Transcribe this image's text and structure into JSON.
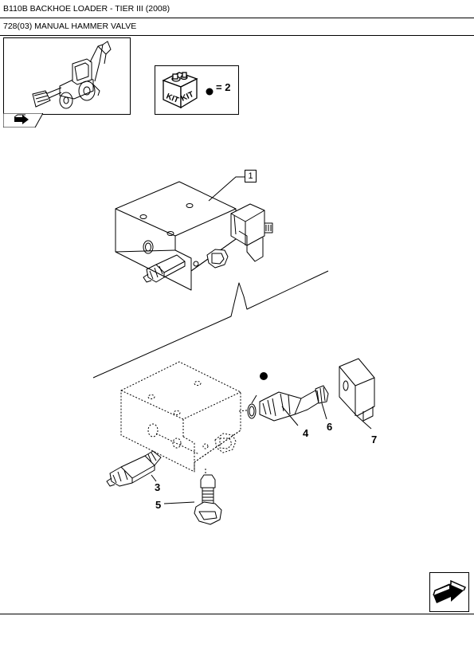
{
  "header": {
    "model": "B110B BACKHOE LOADER - TIER III (2008)",
    "section": "728(03) MANUAL HAMMER VALVE"
  },
  "kit": {
    "label_left": "KIT",
    "label_right": "KIT",
    "quantity_text": "= 2"
  },
  "callouts": {
    "assembly": "1",
    "part3": "3",
    "part4": "4",
    "part5": "5",
    "part6": "6",
    "part7": "7"
  }
}
